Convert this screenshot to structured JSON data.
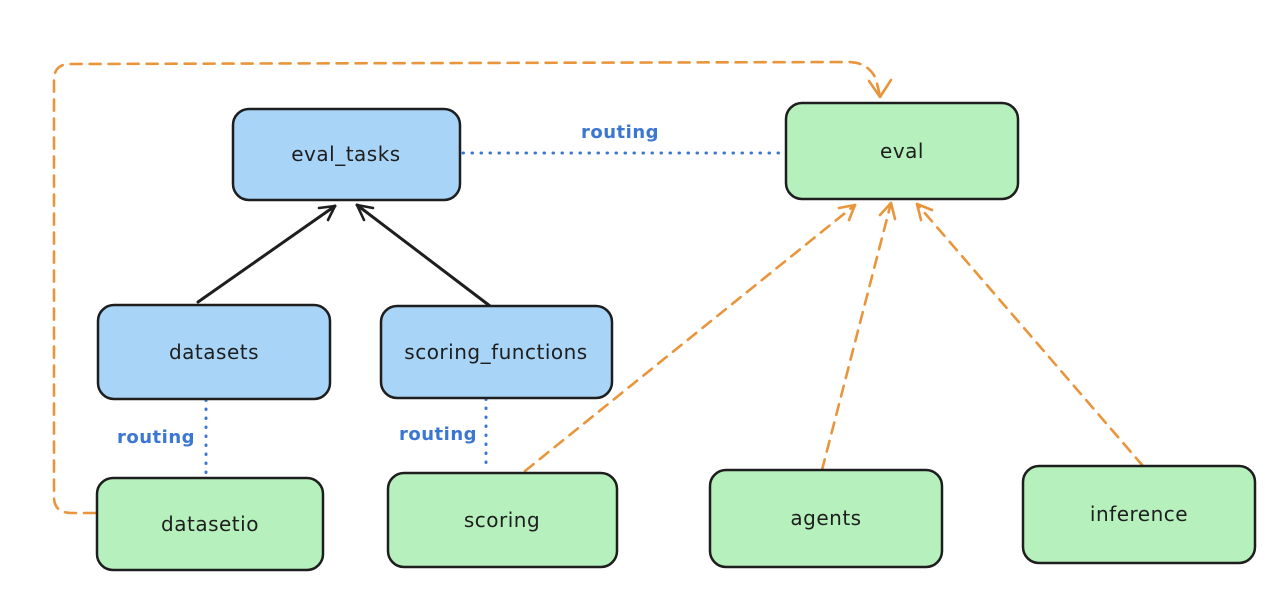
{
  "diagram": {
    "description": "Architecture diagram linking registry resources to provider APIs via routing",
    "colors": {
      "background": "#ffffff",
      "blue_fill": "#a8d4f7",
      "green_fill": "#b5f0bd",
      "stroke": "#1e1e1e",
      "orange": "#e8953c",
      "routing_blue": "#3b76d3"
    },
    "nodes": [
      {
        "id": "eval_tasks",
        "label": "eval_tasks",
        "color": "blue"
      },
      {
        "id": "eval",
        "label": "eval",
        "color": "green"
      },
      {
        "id": "datasets",
        "label": "datasets",
        "color": "blue"
      },
      {
        "id": "scoring_functions",
        "label": "scoring_functions",
        "color": "blue"
      },
      {
        "id": "datasetio",
        "label": "datasetio",
        "color": "green"
      },
      {
        "id": "scoring",
        "label": "scoring",
        "color": "green"
      },
      {
        "id": "agents",
        "label": "agents",
        "color": "green"
      },
      {
        "id": "inference",
        "label": "inference",
        "color": "green"
      }
    ],
    "edges": [
      {
        "from": "datasets",
        "to": "eval_tasks",
        "style": "solid-arrow",
        "label": ""
      },
      {
        "from": "scoring_functions",
        "to": "eval_tasks",
        "style": "solid-arrow",
        "label": ""
      },
      {
        "from": "eval_tasks",
        "to": "eval",
        "style": "dotted",
        "label": "routing"
      },
      {
        "from": "datasets",
        "to": "datasetio",
        "style": "dotted",
        "label": "routing"
      },
      {
        "from": "scoring_functions",
        "to": "scoring",
        "style": "dotted",
        "label": "routing"
      },
      {
        "from": "datasetio",
        "to": "eval",
        "style": "dashed-arrow",
        "label": ""
      },
      {
        "from": "scoring",
        "to": "eval",
        "style": "dashed-arrow",
        "label": ""
      },
      {
        "from": "agents",
        "to": "eval",
        "style": "dashed-arrow",
        "label": ""
      },
      {
        "from": "inference",
        "to": "eval",
        "style": "dashed-arrow",
        "label": ""
      }
    ]
  }
}
